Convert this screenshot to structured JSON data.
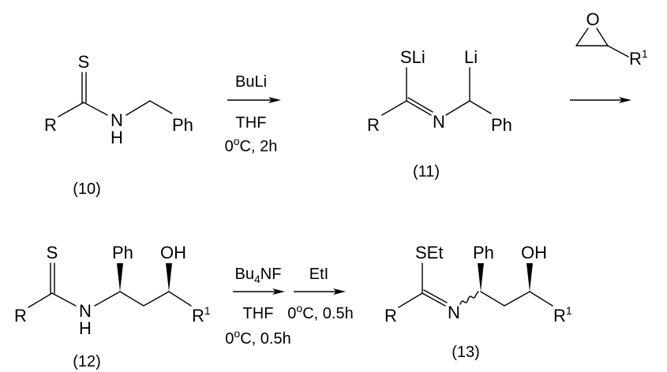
{
  "atoms": {
    "S": "S",
    "R": "R",
    "N": "N",
    "H": "H",
    "Ph": "Ph",
    "SLi": "SLi",
    "Li": "Li",
    "O": "O",
    "OH": "OH",
    "SEt": "SEt",
    "R1_base": "R",
    "R1_sup": "1"
  },
  "compounds": {
    "c10": "(10)",
    "c11": "(11)",
    "c12": "(12)",
    "c13": "(13)"
  },
  "conditions": {
    "step1_reagent": "BuLi",
    "step1_solvent": "THF",
    "step1_temp_base": "0",
    "step1_temp_sup": "o",
    "step1_temp_rest": "C, 2h",
    "step3_reagent_base": "Bu",
    "step3_reagent_sub": "4",
    "step3_reagent_rest": "NF",
    "step3_solvent": "THF",
    "step3_temp_base": "0",
    "step3_temp_sup": "o",
    "step3_temp_rest": "C, 0.5h",
    "step4_reagent": "EtI",
    "step4_temp_base": "0",
    "step4_temp_sup": "o",
    "step4_temp_rest": "C, 0.5h"
  }
}
